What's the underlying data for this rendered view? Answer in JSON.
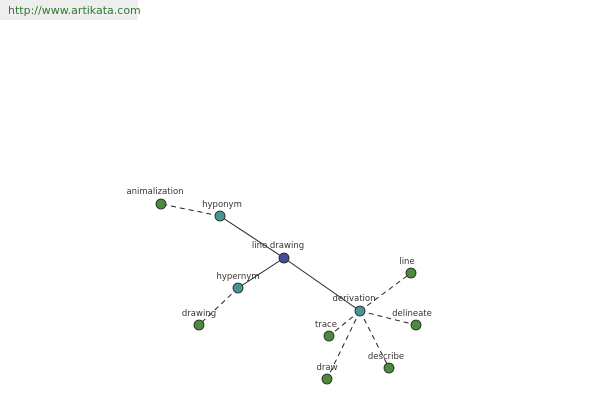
{
  "watermark": {
    "url": "http://www.artikata.com"
  },
  "colors": {
    "center": "#4a4a9a",
    "relation": "#4a9494",
    "leaf": "#4e8a3e",
    "edge": "#222222"
  },
  "graph": {
    "nodes": [
      {
        "id": "line_drawing",
        "label": "line drawing",
        "kind": "center"
      },
      {
        "id": "hyponym",
        "label": "hyponym",
        "kind": "relation"
      },
      {
        "id": "hypernym",
        "label": "hypernym",
        "kind": "relation"
      },
      {
        "id": "derivation",
        "label": "derivation",
        "kind": "relation"
      },
      {
        "id": "animalization",
        "label": "animalization",
        "kind": "leaf"
      },
      {
        "id": "drawing",
        "label": "drawing",
        "kind": "leaf"
      },
      {
        "id": "line",
        "label": "line",
        "kind": "leaf"
      },
      {
        "id": "delineate",
        "label": "delineate",
        "kind": "leaf"
      },
      {
        "id": "trace",
        "label": "trace",
        "kind": "leaf"
      },
      {
        "id": "describe",
        "label": "describe",
        "kind": "leaf"
      },
      {
        "id": "draw",
        "label": "draw",
        "kind": "leaf"
      }
    ],
    "edges": [
      {
        "from": "line_drawing",
        "to": "hyponym",
        "style": "solid"
      },
      {
        "from": "line_drawing",
        "to": "hypernym",
        "style": "solid"
      },
      {
        "from": "line_drawing",
        "to": "derivation",
        "style": "solid"
      },
      {
        "from": "hyponym",
        "to": "animalization",
        "style": "dashed"
      },
      {
        "from": "hypernym",
        "to": "drawing",
        "style": "dashed"
      },
      {
        "from": "derivation",
        "to": "line",
        "style": "dashed"
      },
      {
        "from": "derivation",
        "to": "delineate",
        "style": "dashed"
      },
      {
        "from": "derivation",
        "to": "trace",
        "style": "dashed"
      },
      {
        "from": "derivation",
        "to": "describe",
        "style": "dashed"
      },
      {
        "from": "derivation",
        "to": "draw",
        "style": "dashed"
      }
    ]
  }
}
